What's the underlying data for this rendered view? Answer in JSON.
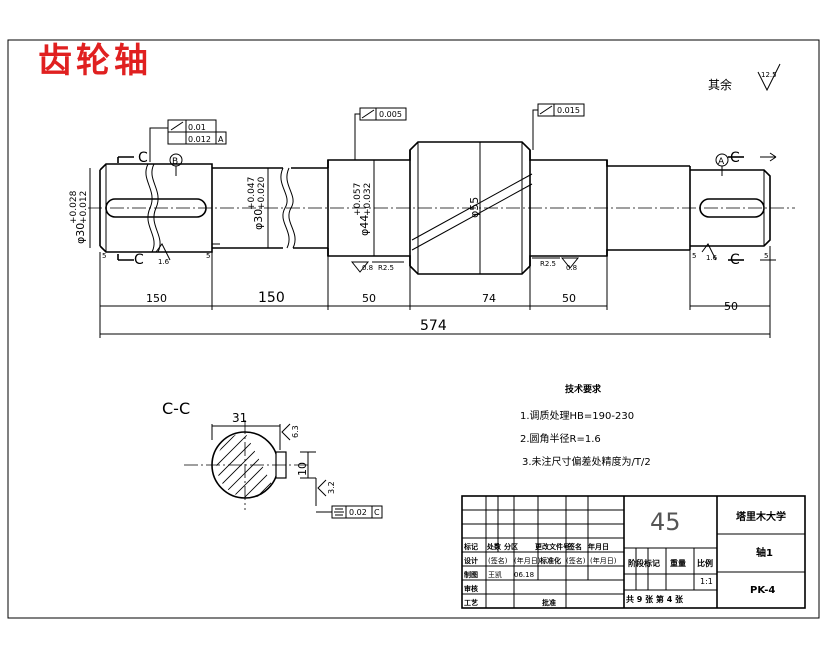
{
  "title": "齿轮轴",
  "colors": {
    "title": "#e02020",
    "line": "#000000"
  },
  "roughness_general": {
    "label": "其余",
    "value": "12.5"
  },
  "tolerance_frames": {
    "left": {
      "runout": "0.01",
      "parallel": "0.012",
      "datum": "A"
    },
    "mid": {
      "value": "0.005"
    },
    "right": {
      "value": "0.015"
    }
  },
  "datum_labels": {
    "a": "A",
    "b": "B"
  },
  "section_labels": {
    "c": "C"
  },
  "diameters": {
    "d1": "φ30",
    "d1_upper": "+0.028",
    "d1_lower": "+0.012",
    "d2": "φ30",
    "d2_upper": "+0.047",
    "d2_lower": "+0.020",
    "d3": "φ44",
    "d3_upper": "+0.057",
    "d3_lower": "+0.032",
    "d4": "φ55"
  },
  "roughness_marks": {
    "r1": "1.6",
    "r2": "0.8",
    "r3": "0.8",
    "r4": "1.6",
    "r5": "3.2",
    "r6": "6.3"
  },
  "radius_marks": {
    "r_left": "R2.5",
    "r_right": "R2.5"
  },
  "dimensions": {
    "seg1": "150",
    "seg2": "150",
    "seg3": "50",
    "seg4": "74",
    "seg5": "50",
    "seg6": "50",
    "total": "574",
    "key_width": "31",
    "key_depth": "10"
  },
  "section_view": {
    "label": "C-C",
    "symmetry_tol": "0.02",
    "symmetry_datum": "C"
  },
  "notes": {
    "heading": "技术要求",
    "items": [
      "1.调质处理HB=190-230",
      "2.圆角半径R=1.6",
      "3.未注尺寸偏差处精度为/T/2"
    ]
  },
  "title_block": {
    "material": "45",
    "school": "塔里木大学",
    "part_name": "轴1",
    "drawing_no": "PK-4",
    "scale": "1:1",
    "sheet_info": "共 9 张 第 4 张",
    "stage_mark": "阶段标记",
    "weight": "重量",
    "ratio": "比例",
    "row_marker": "标记",
    "row_count": "处数",
    "row_area": "分区",
    "row_change": "更改文件号",
    "row_sign": "签名",
    "row_date": "年月日",
    "design": "设计",
    "sign_parens": "(签名)",
    "date_parens": "(年月日)",
    "standard": "标准化",
    "draw": "制图",
    "drawer": "王凯",
    "date": "06.18",
    "review": "审核",
    "craft": "工艺",
    "approve": "批准"
  }
}
